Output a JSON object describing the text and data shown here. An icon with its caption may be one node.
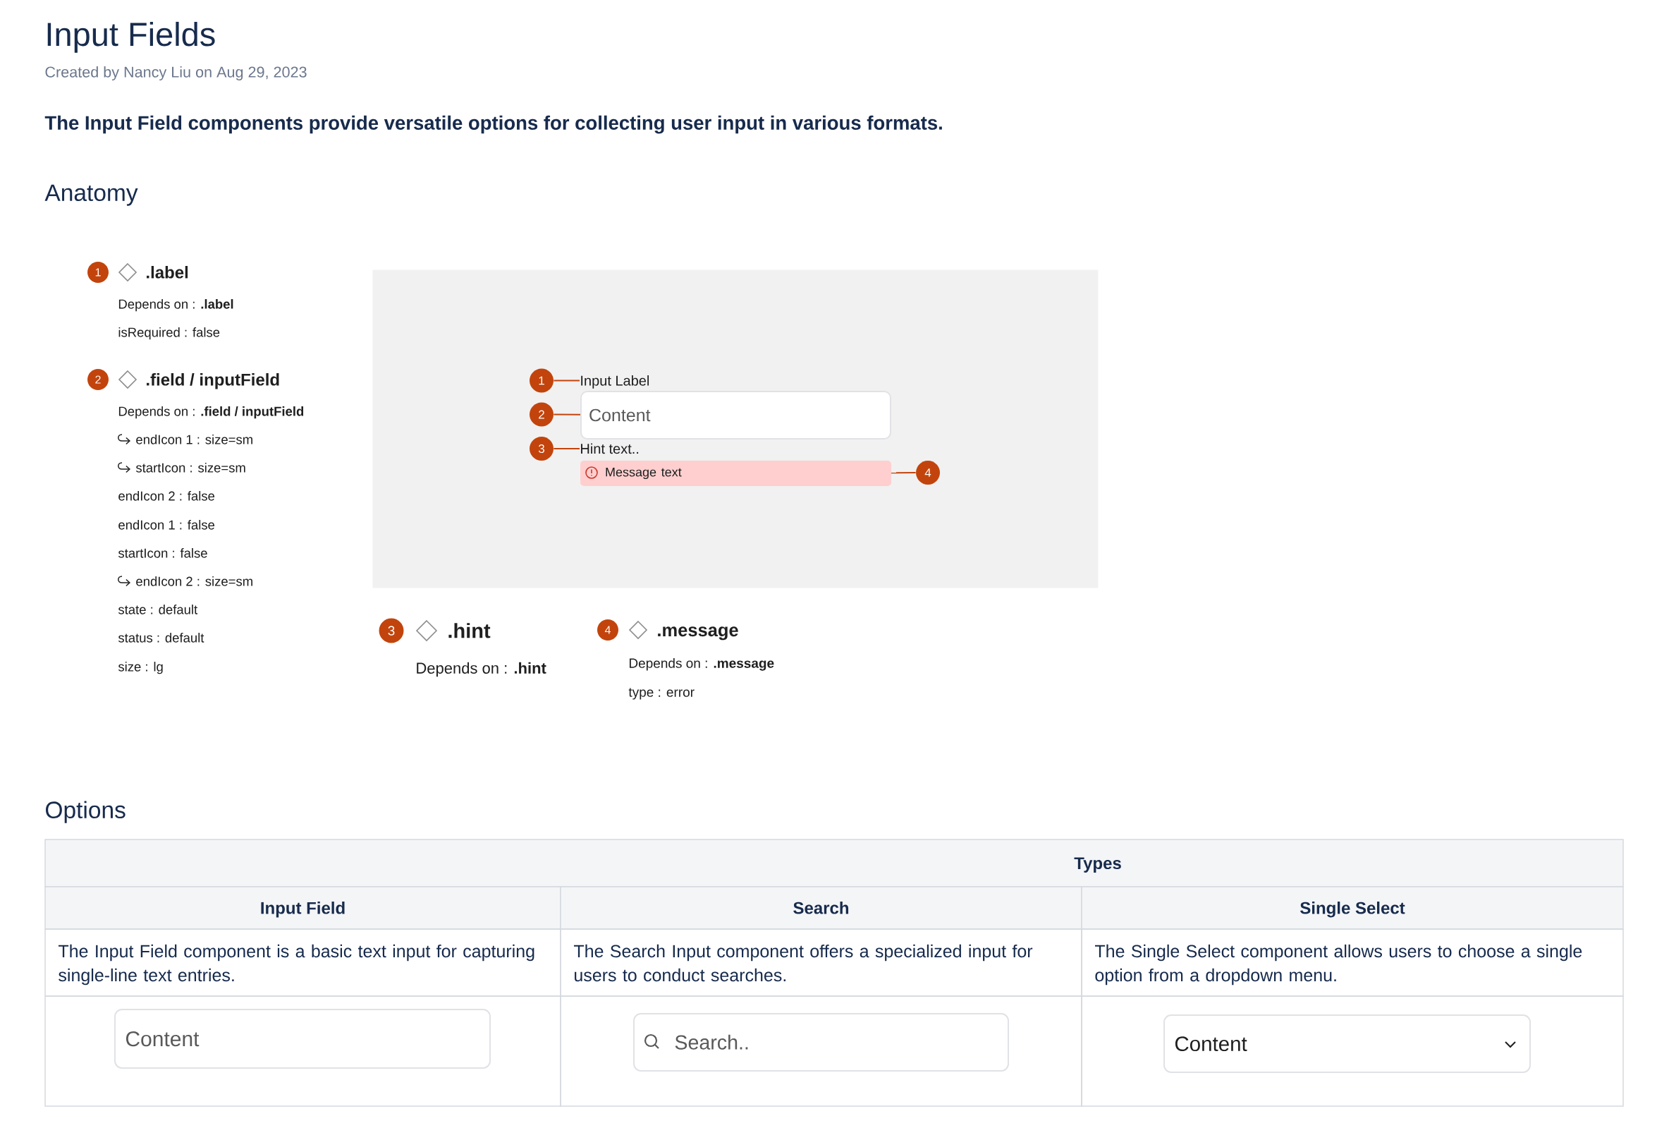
{
  "diagram": {
    "title": "Input Fields",
    "nodes": [
      {
        "text": [
          "1"
        ],
        "beside": [
          ".label"
        ]
      },
      {
        "text": [
          "2"
        ],
        "beside": [
          ".field / inputField"
        ]
      },
      {
        "text": [],
        "shape": "box"
      },
      {
        "text": [
          "1"
        ],
        "in": 2
      },
      {
        "text": [
          "Input Label"
        ],
        "in": 2
      },
      {
        "text": [
          "2"
        ],
        "in": 2
      },
      {
        "text": [
          "Content"
        ],
        "in": 2
      },
      {
        "text": [
          "3"
        ],
        "in": 2
      },
      {
        "text": [
          "Hint text.."
        ],
        "in": 2
      },
      {
        "text": [
          "Message text"
        ],
        "in": 2
      },
      {
        "text": [
          "4"
        ],
        "in": 2
      },
      {
        "text": [
          "3"
        ],
        "beside": [
          ".hint"
        ]
      },
      {
        "text": [
          "4"
        ],
        "beside": [
          ".message"
        ]
      }
    ],
    "edges": [
      {
        "from": 3,
        "to": 4,
        "arrow": "none"
      },
      {
        "from": 5,
        "to": 6,
        "arrow": "none"
      },
      {
        "from": 7,
        "to": 8,
        "arrow": "none"
      },
      {
        "from": 10,
        "to": 9,
        "arrow": "none"
      }
    ],
    "labels": [
      "Created by Nancy Liu on Aug 29, 2023",
      "The Input Field components provide versatile options for collecting user input in various formats.",
      "Anatomy",
      "Depends on : **.label**",
      "isRequired : false",
      "Depends on : **.field / inputField**",
      "endIcon 1 : size=sm",
      "startIcon : size=sm",
      "endIcon 2 : false",
      "endIcon 1 : false",
      "startIcon : false",
      "endIcon 2 : size=sm",
      "state : default",
      "status : default",
      "size : lg",
      "Depends on : **.hint**",
      "Depends on : **.message**",
      "type : error",
      "Options",
      "Types",
      "Input Field",
      "Search",
      "Single Select",
      "The Input Field component is a basic text input for capturing single-line text entries.",
      "The Search Input component offers a specialized input for users to conduct searches.",
      "The Single Select component allows users to choose a single option from a dropdown menu.",
      "Content",
      "Search..",
      "Content"
    ]
  }
}
